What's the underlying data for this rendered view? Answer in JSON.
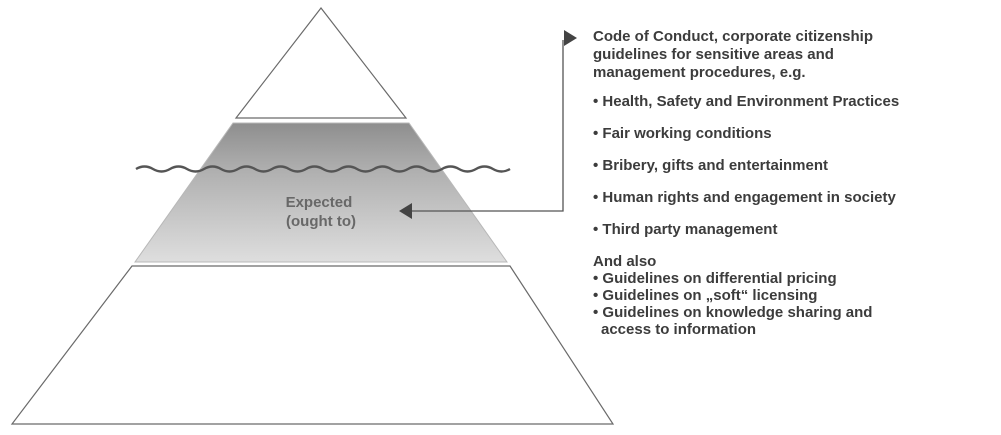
{
  "pyramid": {
    "middle_label_line1": "Expected",
    "middle_label_line2": "(ought to)"
  },
  "panel": {
    "heading": [
      "Code of Conduct, corporate citizenship",
      "guidelines for sensitive areas and",
      "management procedures, e.g."
    ],
    "bullets": [
      "• Health, Safety and Environment Practices",
      "• Fair working conditions",
      "• Bribery, gifts and entertainment",
      "• Human rights and engagement in society",
      "• Third party management"
    ],
    "also_title": "And also",
    "also_items": [
      "• Guidelines on differential pricing",
      "• Guidelines on „soft“ licensing",
      "• Guidelines on knowledge sharing and"
    ],
    "also_item_continuation": "access to information"
  },
  "colors": {
    "outline": "#6a6a6a",
    "middle_band_top": "#8e8e8e",
    "middle_band_bottom": "#dcdcdc",
    "wave": "#555555",
    "arrow": "#444444"
  }
}
